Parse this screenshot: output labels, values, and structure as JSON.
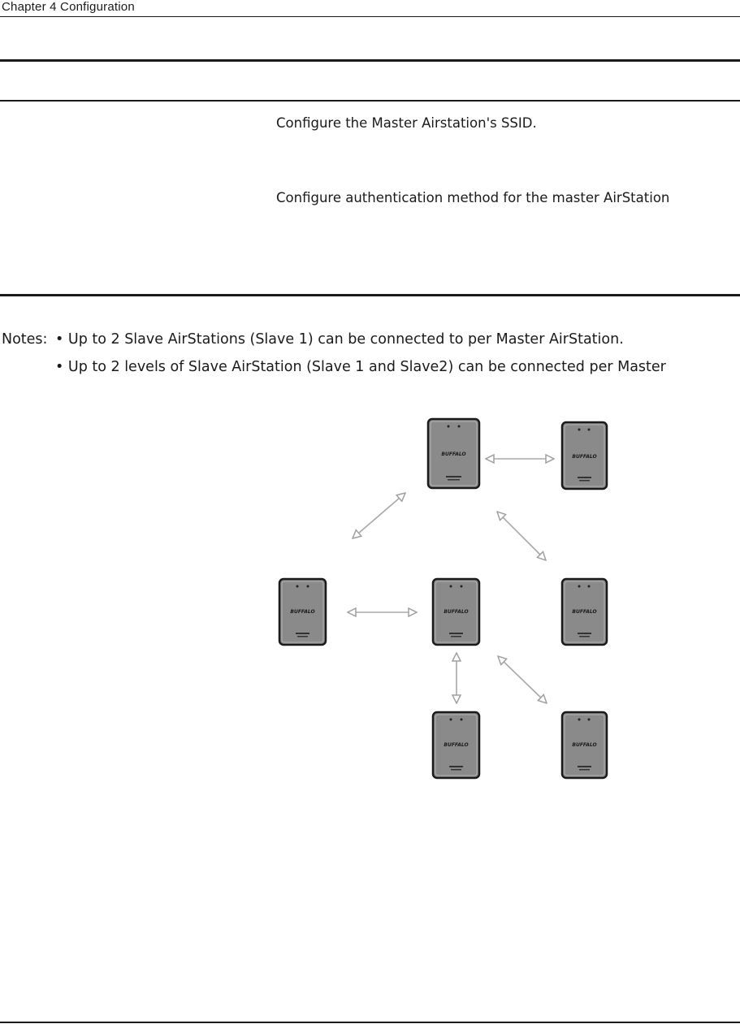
{
  "header": {
    "chapter": "Chapter 4  Configuration"
  },
  "descriptions": [
    "Configure the Master Airstation's SSID.",
    "Configure authentication method for the master AirStation"
  ],
  "notes": {
    "label": "Notes:",
    "items": [
      "• Up to 2 Slave AirStations (Slave 1) can be connected to per Master AirStation.",
      "• Up to 2 levels of Slave AirStation (Slave 1 and Slave2) can be connected per Master"
    ]
  },
  "diagram": {
    "devices": [
      {
        "id": "top-center",
        "brand": "BUFFALO"
      },
      {
        "id": "top-right",
        "brand": "BUFFALO"
      },
      {
        "id": "middle-left",
        "brand": "BUFFALO"
      },
      {
        "id": "middle-center",
        "brand": "BUFFALO"
      },
      {
        "id": "middle-right",
        "brand": "BUFFALO"
      },
      {
        "id": "bottom-center",
        "brand": "BUFFALO"
      },
      {
        "id": "bottom-right",
        "brand": "BUFFALO"
      }
    ],
    "colors": {
      "device_fill": "#8a8a8a",
      "device_border": "#1a1a1a",
      "arrow": "#a0a0a0"
    }
  }
}
